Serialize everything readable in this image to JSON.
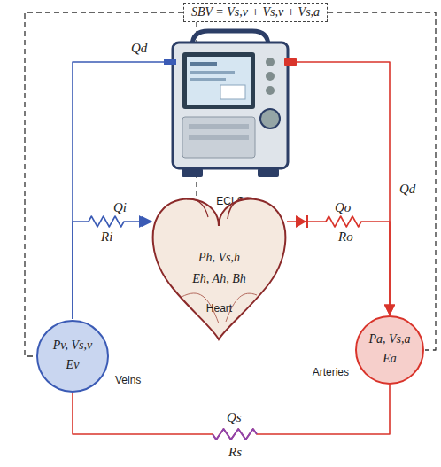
{
  "diagram": {
    "nodes": [
      {
        "text": [
          "SBV = Vs,v + Vs,v + Vs,a"
        ]
      },
      {
        "text": [
          "ECLS"
        ]
      },
      {
        "text": [
          "Ph, Vs,h",
          "Eh, Ah, Bh",
          "Heart"
        ]
      },
      {
        "text": [
          "Pv, Vs,v",
          "Ev",
          "Veins"
        ]
      },
      {
        "text": [
          "Pa, Vs,a",
          "Ea",
          "Arteries"
        ]
      }
    ],
    "edges": [
      {
        "from": 0,
        "to": 3,
        "arrow": "none"
      },
      {
        "from": 0,
        "to": 2,
        "arrow": "none"
      },
      {
        "from": 0,
        "to": 4,
        "arrow": "none"
      },
      {
        "from": 3,
        "to": 1,
        "label": "Qd",
        "arrow": "none"
      },
      {
        "from": 1,
        "to": 4,
        "label": "Qd",
        "arrow": "to"
      },
      {
        "from": 3,
        "to": 2,
        "label": "Qi",
        "arrow": "to"
      },
      {
        "from": 2,
        "to": 4,
        "label": "Qo",
        "arrow": "to"
      },
      {
        "from": 4,
        "to": 3,
        "label": "Qs",
        "arrow": "none"
      }
    ],
    "labels": [
      "Ri",
      "Ro",
      "Rs"
    ]
  }
}
